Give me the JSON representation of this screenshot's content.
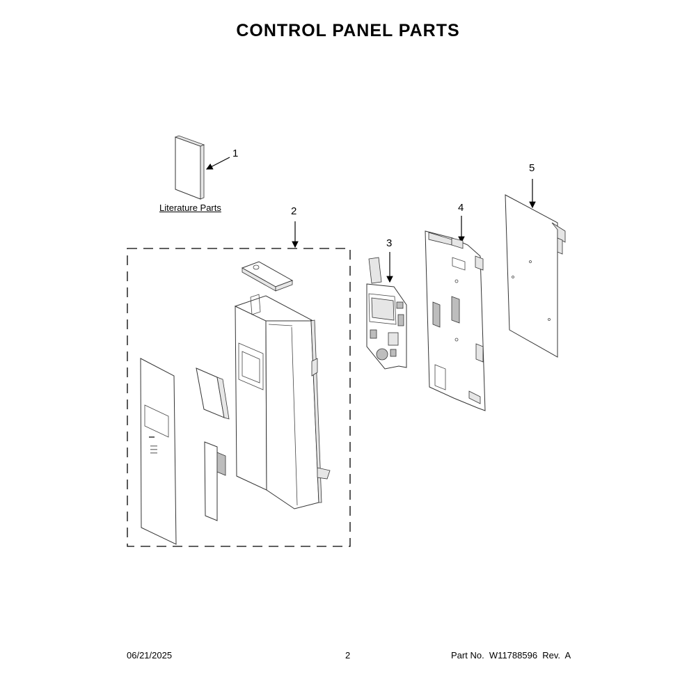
{
  "title": "CONTROL PANEL PARTS",
  "callouts": {
    "c1": "1",
    "c2": "2",
    "c3": "3",
    "c4": "4",
    "c5": "5"
  },
  "literature_label": "Literature Parts",
  "footer": {
    "date": "06/21/2025",
    "page": "2",
    "part_no": "Part No.  W11788596  Rev.  A"
  }
}
